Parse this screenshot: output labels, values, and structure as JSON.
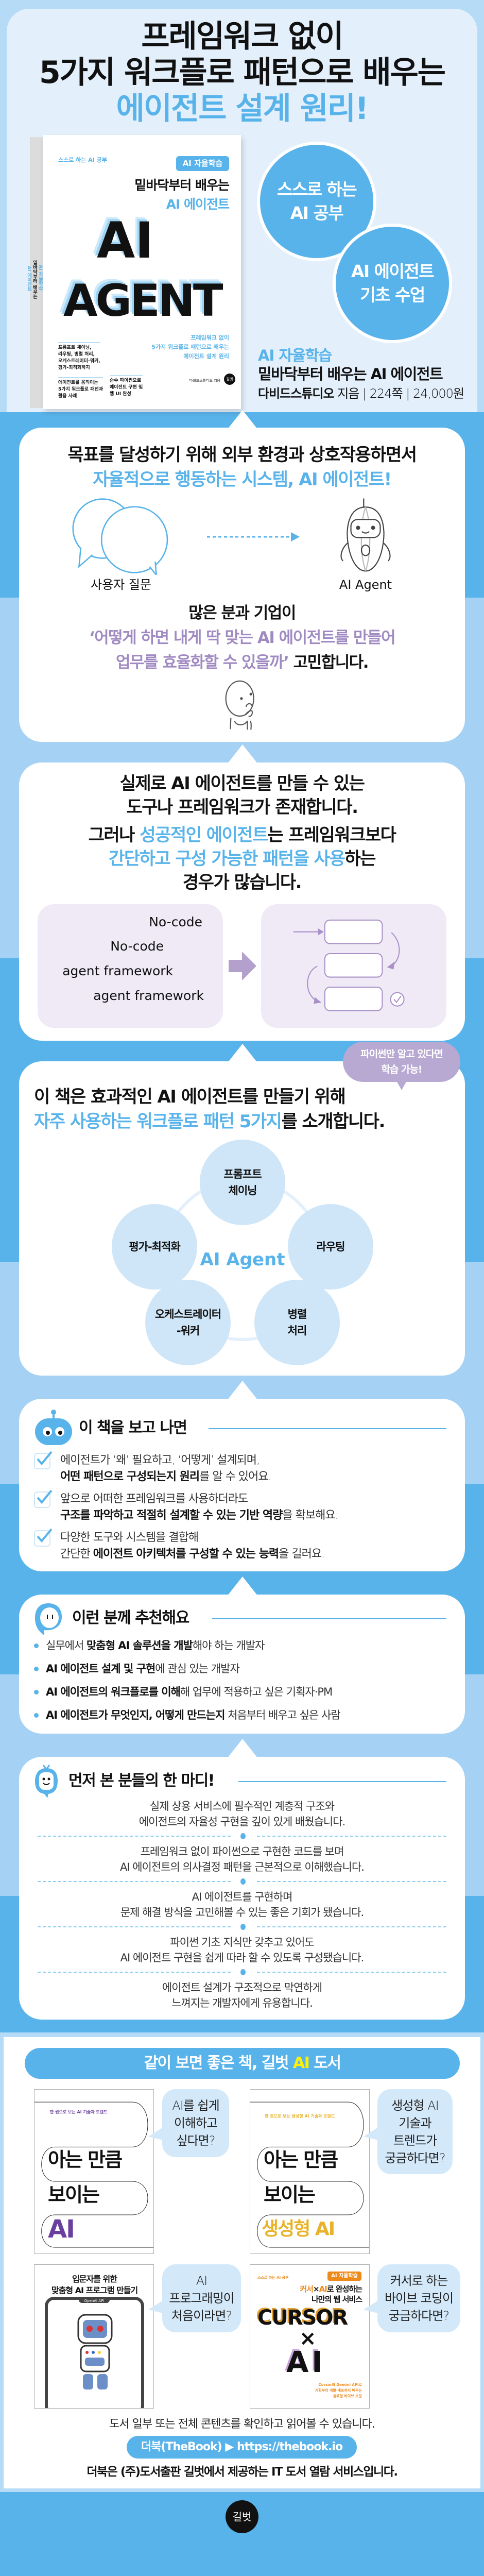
{
  "colors": {
    "brand_blue": "#58b3ea",
    "light_blue": "#a5d2f4",
    "pale_blue": "#e3f0fc",
    "purple": "#a08ac2",
    "purple_box": "#efeaf6",
    "badge_purple": "#b8a9d3",
    "ai_yellow": "#fff200"
  },
  "hero": {
    "title_line1": "프레임워크 없이",
    "title_line2": "5가지 워크플로 패턴으로 배우는",
    "title_line3": "에이전트 설계 원리!",
    "badge1": [
      "스스로 하는",
      "AI 공부"
    ],
    "badge2": [
      "AI 에이전트",
      "기초 수업"
    ],
    "series": "AI 자율학습",
    "book_title": "밑바닥부터 배우는 AI 에이전트",
    "author": "다비드스튜디오",
    "author_suffix": " 지음 | ",
    "pages": "224쪽",
    "price": " | 24,000원"
  },
  "cover": {
    "series_tag": "스스로 하는 AI 공부",
    "series_badge": "AI 자율학습",
    "title1": "밑바닥부터 배우는",
    "title2": "AI 에이전트",
    "art1": "AI",
    "art2": "AGENT",
    "features1": [
      "프롬프트 체이닝,",
      "라우팅, 병렬 처리,",
      "오케스트레이터-워커,",
      "평가-최적화까지"
    ],
    "features2": [
      "에이전트를 움직이는",
      "5가지 워크플로 패턴과",
      "활용 사례"
    ],
    "features3": [
      "순수 파이썬으로",
      "에이전트 구현 및",
      "웹 UI 완성"
    ],
    "subtitle": [
      "프레임워크 없이",
      "5가지 워크플로 패턴으로 배우는",
      "에이전트 설계 원리"
    ],
    "author": "다비드스튜디오 지음",
    "spine_series": "AI 자율학습",
    "spine_title": "밑바닥부터 배우는",
    "spine_title2": "AI 에이전트",
    "publisher": "길벗"
  },
  "intro": {
    "line1": "목표를 달성하기 위해 외부 환경과 상호작용하면서",
    "line2": "자율적으로 행동하는 시스템, AI 에이전트!",
    "user_label": "사용자 질문",
    "agent_label": "AI Agent",
    "q_line1": "많은 분과 기업이",
    "q_line2": "‘어떻게 하면 내게 딱 맞는 AI 에이전트를 만들어",
    "q_line3": [
      {
        "t": "업무를 효율화할 수 있을까’",
        "c": "purple"
      },
      {
        "t": " 고민합니다."
      }
    ]
  },
  "frameworks": {
    "line1": "실제로 AI 에이전트를 만들 수 있는",
    "line2": "도구나 프레임워크가 존재합니다.",
    "line3": [
      {
        "t": "그러나 "
      },
      {
        "t": "성공적인 에이전트",
        "c": "blue"
      },
      {
        "t": "는 프레임워크보다"
      }
    ],
    "line4": [
      {
        "t": "간단하고 구성 가능한 패턴을 사용",
        "c": "blue"
      },
      {
        "t": "하는"
      }
    ],
    "line5": "경우가 많습니다.",
    "tools": [
      "No-code",
      "No-code",
      "agent framework",
      "agent framework"
    ]
  },
  "patterns": {
    "badge": [
      "파이썬만 알고 있다면",
      "학습 가능!"
    ],
    "line1": "이 책은 효과적인 AI 에이전트를 만들기 위해",
    "line2": [
      {
        "t": "자주 사용하는 워크플로 패턴 5가지",
        "c": "blue"
      },
      {
        "t": "를 소개합니다."
      }
    ],
    "center": "AI Agent",
    "nodes": [
      [
        "프롬프트",
        "체이닝"
      ],
      [
        "라우팅"
      ],
      [
        "병렬",
        "처리"
      ],
      [
        "오케스트레이터",
        "-워커"
      ],
      [
        "평가-최적화"
      ]
    ]
  },
  "after": {
    "heading": "이 책을 보고 나면",
    "items": [
      {
        "a": "에이전트가 ‘왜’ 필요하고, ‘어떻게’ 설계되며,",
        "b": [
          {
            "t": "어떤 패턴으로 구성되는지 원리",
            "c": "b"
          },
          {
            "t": "를 알 수 있어요."
          }
        ]
      },
      {
        "a": "앞으로 어떠한 프레임워크를 사용하더라도",
        "b": [
          {
            "t": "구조를 파악하고 적절히 설계할 수 있는 기반 역량",
            "c": "b"
          },
          {
            "t": "을 확보해요."
          }
        ]
      },
      {
        "a": "다양한 도구와 시스템을 결합해",
        "b": [
          {
            "t": "간단한 "
          },
          {
            "t": "에이전트 아키텍처를 구성할 수 있는 능력",
            "c": "b"
          },
          {
            "t": "을 길러요."
          }
        ]
      }
    ]
  },
  "recommend": {
    "heading": "이런 분께 추천해요",
    "items": [
      [
        {
          "t": "실무에서 "
        },
        {
          "t": "맞춤형 AI 솔루션을 개발",
          "c": "b"
        },
        {
          "t": "해야 하는 개발자"
        }
      ],
      [
        {
          "t": "AI 에이전트 설계 및 구현",
          "c": "b"
        },
        {
          "t": "에 관심 있는 개발자"
        }
      ],
      [
        {
          "t": "AI 에이전트의 워크플로를 이해",
          "c": "b"
        },
        {
          "t": "해 업무에 적용하고 싶은 기획자·PM"
        }
      ],
      [
        {
          "t": "AI 에이전트가 무엇인지, 어떻게 만드는지",
          "c": "b"
        },
        {
          "t": " 처음부터 배우고 싶은 사람"
        }
      ]
    ]
  },
  "reviews": {
    "heading": "먼저 본 분들의 한 마디!",
    "items": [
      [
        "실제 상용 서비스에 필수적인 계층적 구조와",
        "에이전트의 자율성 구현을 깊이 있게 배웠습니다."
      ],
      [
        "프레임워크 없이 파이썬으로 구현한 코드를 보며",
        "AI 에이전트의 의사결정 패턴을 근본적으로 이해했습니다."
      ],
      [
        "AI 에이전트를 구현하며",
        "문제 해결 방식을 고민해볼 수 있는 좋은 기회가 됐습니다."
      ],
      [
        "파이썬 기초 지식만 갖추고 있어도",
        "AI 에이전트 구현을 쉽게 따라 할 수 있도록 구성됐습니다."
      ],
      [
        "에이전트 설계가 구조적으로 막연하게",
        "느껴지는 개발자에게 유용합니다."
      ]
    ]
  },
  "related": {
    "heading": [
      {
        "t": "같이 보면 좋은 책, 길벗 "
      },
      {
        "t": "AI",
        "c": "yellow"
      },
      {
        "t": " 도서"
      }
    ],
    "books": [
      {
        "tagline": "한 권으로 보는 AI 기술과 트렌드",
        "title1": "아는 만큼",
        "title2": "보이는",
        "title3": "AI",
        "bubble": [
          "AI를 쉽게",
          "이해하고",
          "싶다면?"
        ]
      },
      {
        "tagline": "한 권으로 보는 생성형 AI 기술과 트렌드",
        "title1": "아는 만큼",
        "title2": "보이는",
        "title3": "생성형 AI",
        "bubble": [
          "생성형 AI",
          "기술과",
          "트렌드가",
          "궁금하다면?"
        ]
      },
      {
        "title1": "입문자를 위한",
        "title2": "맞춤형 AI 프로그램 만들기",
        "label": "OpenAI API",
        "bubble": [
          "AI",
          "프로그래밍이",
          "처음이라면?"
        ]
      },
      {
        "series_tag": "스스로 하는 AI 공부",
        "series_badge": "AI 자율학습",
        "title1": [
          {
            "t": "커서",
            "c": "orange"
          },
          {
            "t": "×"
          },
          {
            "t": "AI",
            "c": "orange"
          },
          {
            "t": "로 완성하는"
          }
        ],
        "title2": "나만의 웹 서비스",
        "art1": "CURSOR",
        "art2": "×",
        "art3": "AI",
        "subtitle": [
          "Cursor와 Gemini API로",
          "기획부터 개발·배포까지 배우는",
          "실무형 바이브 코딩"
        ],
        "bubble": [
          "커서로 하는",
          "바이브 코딩이",
          "궁금하다면?"
        ]
      }
    ],
    "note": "도서 일부 또는 전체 콘텐츠를 확인하고 읽어볼 수 있습니다.",
    "link_label": "더북(TheBook) ▶ https://thebook.io",
    "footnote": "더북은 (주)도서출판 길벗에서 제공하는 IT 도서 열람 서비스입니다."
  },
  "footer": {
    "logo": "길벗"
  }
}
